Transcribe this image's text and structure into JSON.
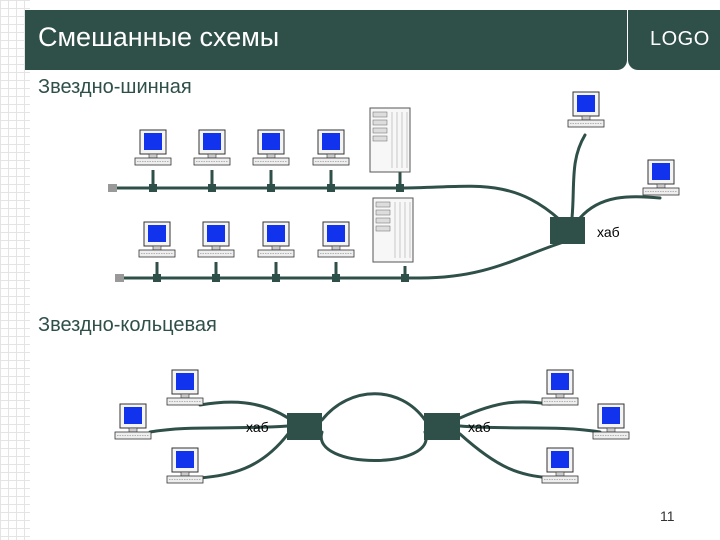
{
  "header": {
    "title": "Смешанные схемы",
    "logo": "LOGO"
  },
  "sections": {
    "star_bus": "Звездно-шинная",
    "star_ring": "Звездно-кольцевая"
  },
  "hub_label": "хаб",
  "page_number": "11",
  "colors": {
    "header_bg": "#2f4f49",
    "cable": "#2f4f49",
    "screen": "#1133ee"
  }
}
